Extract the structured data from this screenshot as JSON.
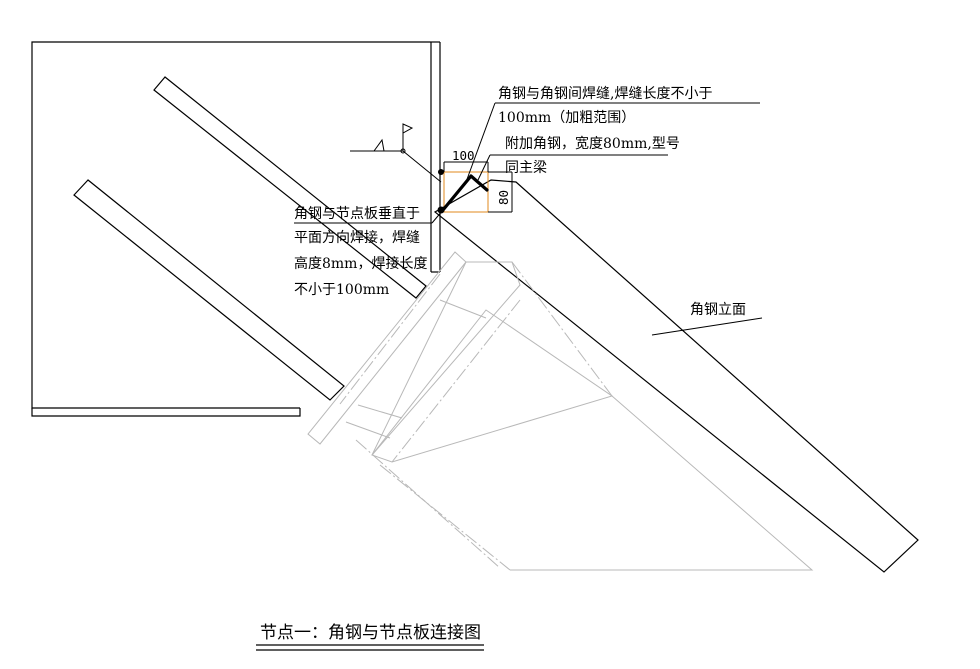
{
  "annotations": {
    "weld_between_angles": {
      "line1": "角钢与角钢间焊缝,焊缝长度不小于",
      "line2": "100mm（加粗范围）"
    },
    "extra_angle": {
      "line1": "附加角钢，宽度80mm,型号",
      "line2": "同主梁"
    },
    "plate_weld": {
      "line1": "角钢与节点板垂直于",
      "line2": "平面方向焊接，焊缝",
      "line3": "高度8mm，焊接长度",
      "line4": "不小于100mm"
    },
    "elevation": "角钢立面"
  },
  "dimensions": {
    "horizontal": "100",
    "vertical": "80"
  },
  "caption": "节点一：角钢与节点板连接图",
  "colors": {
    "ink": "#000000",
    "ghost": "#b8b8b8",
    "dimension": "#e08a1e"
  }
}
